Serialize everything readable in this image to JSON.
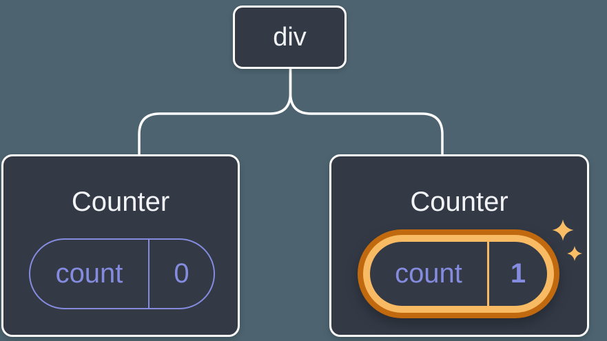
{
  "diagram": {
    "description": "Component tree: a div root with two Counter children; the second Counter's count state is highlighted as changed",
    "background_color": "#4d6470",
    "root_node": {
      "label": "div"
    },
    "children": [
      {
        "title": "Counter",
        "state": {
          "name": "count",
          "value": "0"
        },
        "highlighted": false
      },
      {
        "title": "Counter",
        "state": {
          "name": "count",
          "value": "1"
        },
        "highlighted": true
      }
    ],
    "colors": {
      "card_fill": "#333a46",
      "card_border": "#ffffff",
      "connector_line": "#ffffff",
      "title_text": "#f2f4f7",
      "state_accent": "#858ce0",
      "highlight_outer_ring": "#c0690f",
      "highlight_inner_ring": "#f8bb63",
      "sparkle": "#f9bd66"
    }
  }
}
